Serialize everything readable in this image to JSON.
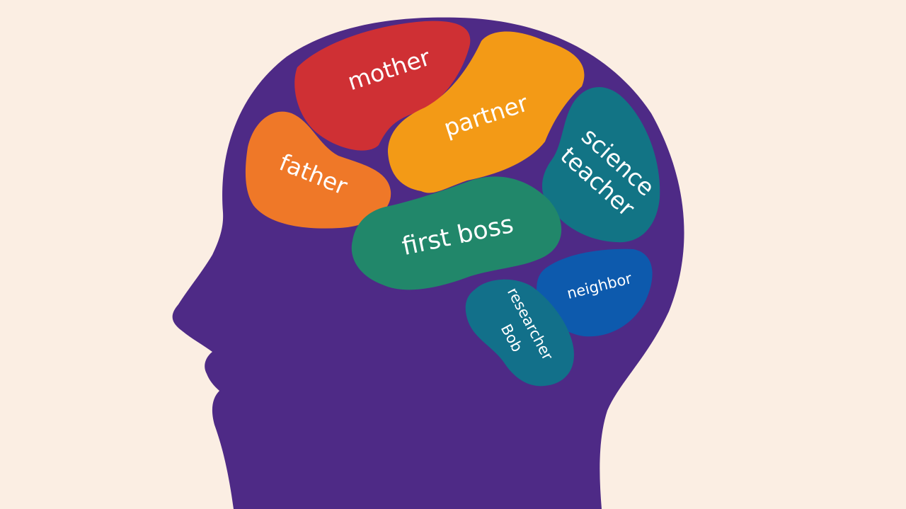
{
  "colors": {
    "background": "#fbeee3",
    "head": "#4e2a86",
    "mother": "#cf3034",
    "partner": "#f39a16",
    "father": "#ef7828",
    "science_teacher": "#127485",
    "first_boss": "#21876a",
    "neighbor": "#0d5aad",
    "researcher_bob": "#12708a"
  },
  "regions": {
    "mother": "mother",
    "partner": "partner",
    "father": "father",
    "science_teacher": [
      "science",
      "teacher"
    ],
    "first_boss": "first boss",
    "neighbor": "neighbor",
    "researcher_bob": [
      "researcher",
      "Bob"
    ]
  }
}
